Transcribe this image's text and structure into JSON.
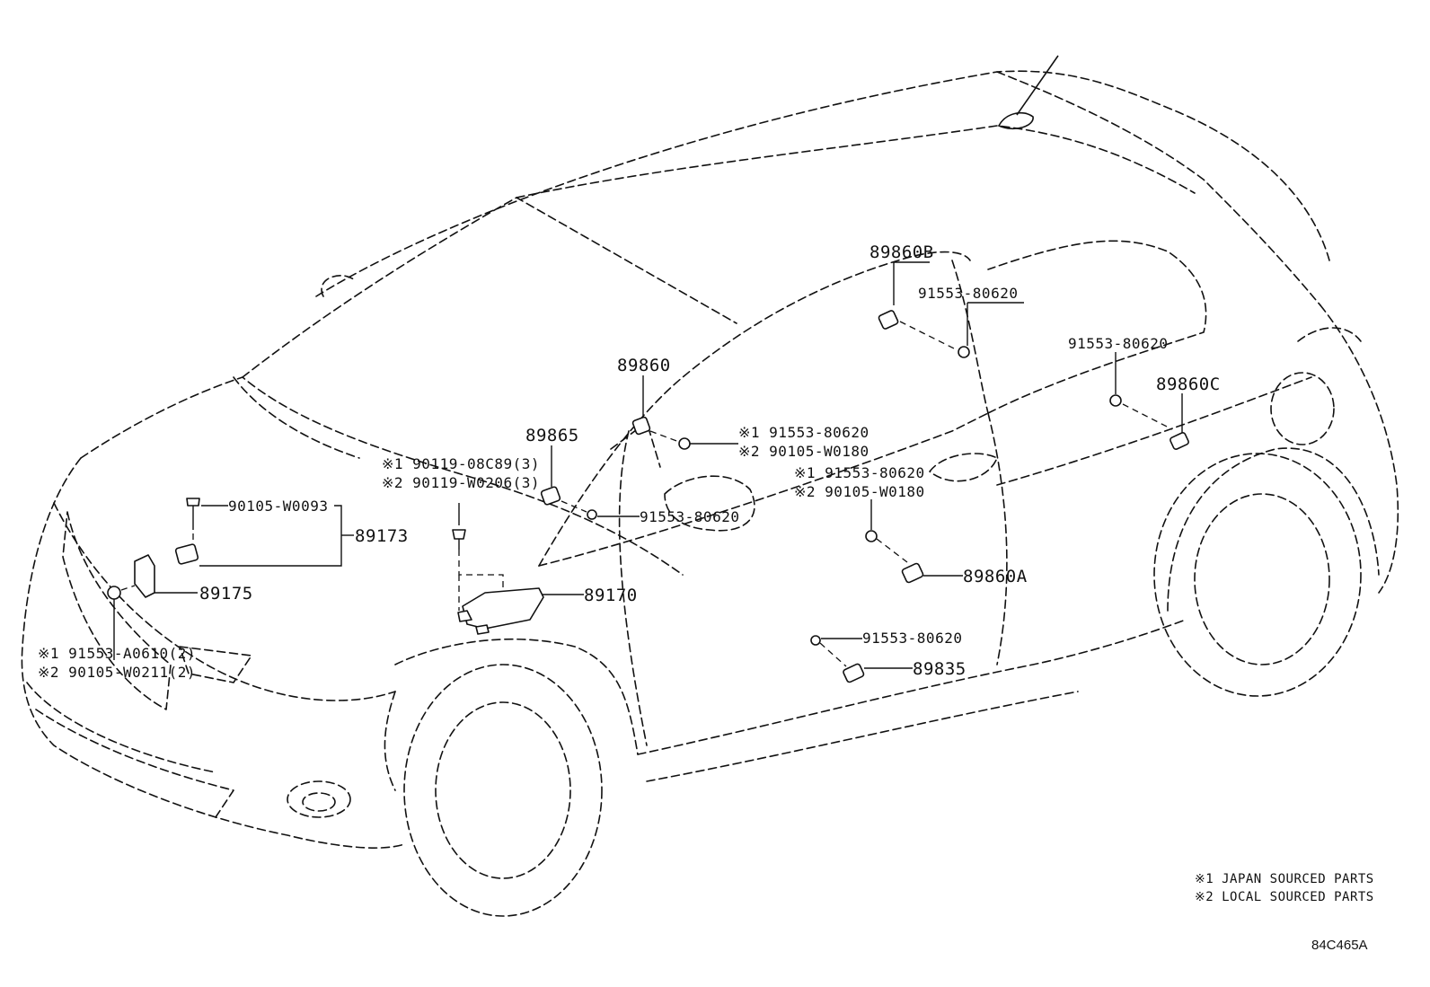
{
  "labels": {
    "p89860B": "89860B",
    "p89860": "89860",
    "p89865": "89865",
    "p89860C": "89860C",
    "p89173": "89173",
    "p89175": "89175",
    "p89170": "89170",
    "p89860A": "89860A",
    "p89835": "89835",
    "b_91553_80620_a": "91553-80620",
    "b_91553_80620_b": "91553-80620",
    "b_91553_80620_c": "91553-80620",
    "b_91553_80620_d": "91553-80620",
    "b_89860_j": "※1 91553-80620",
    "b_89860_l": "※2 90105-W0180",
    "b_door_j": "※1 91553-80620",
    "b_door_l": "※2 90105-W0180",
    "b_ecu_j": "※1 90119-08C89(3)",
    "b_ecu_l": "※2 90119-W0206(3)",
    "b_90105_W0093": "90105-W0093",
    "b_front_j": "※1 91553-A0610(2)",
    "b_front_l": "※2 90105-W0211(2)"
  },
  "legend": {
    "note1": "※1  JAPAN SOURCED PARTS",
    "note2": "※2  LOCAL SOURCED PARTS"
  },
  "diagram_code": "84C465A"
}
